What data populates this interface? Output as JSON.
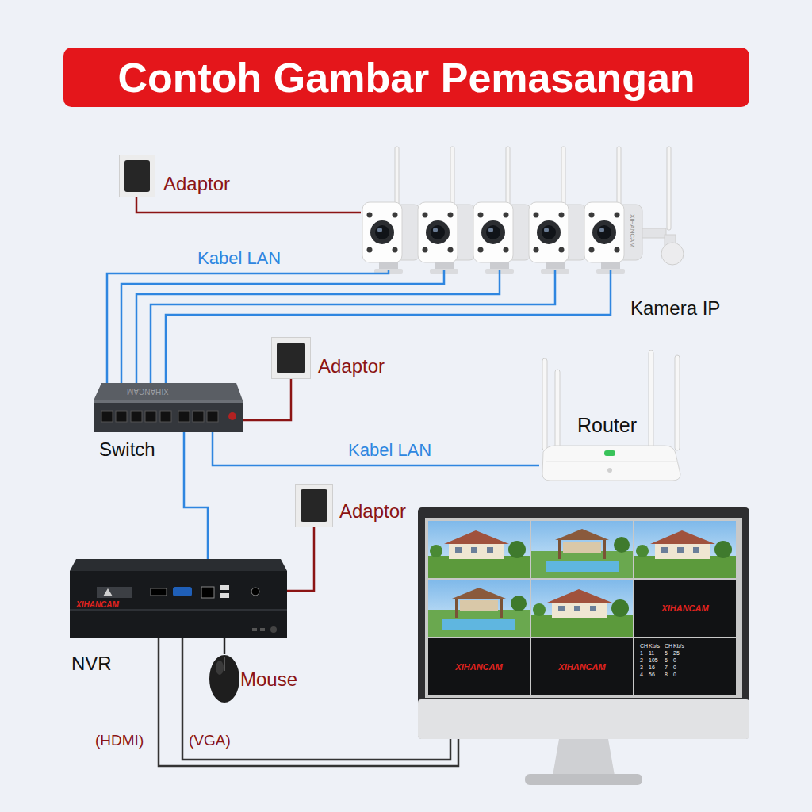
{
  "diagram": {
    "title": "Contoh Gambar Pemasangan",
    "nodes": [
      {
        "text": [
          "Adaptor"
        ]
      },
      {
        "text": [
          "Kamera IP"
        ]
      },
      {
        "text": [
          "Adaptor"
        ]
      },
      {
        "text": [
          "Switch"
        ]
      },
      {
        "text": [
          "Router"
        ]
      },
      {
        "text": [
          "Adaptor"
        ]
      },
      {
        "text": [
          "NVR"
        ]
      },
      {
        "text": [
          "XIHANCAM",
          "XIHANCAM",
          "XIHANCAM"
        ]
      },
      {
        "text": [
          "Mouse"
        ]
      }
    ],
    "edges": [
      {
        "from": 0,
        "to": 1,
        "arrow": "none"
      },
      {
        "from": 1,
        "to": 3,
        "label": "Kabel LAN",
        "arrow": "none"
      },
      {
        "from": 1,
        "to": 3,
        "arrow": "none"
      },
      {
        "from": 1,
        "to": 3,
        "arrow": "none"
      },
      {
        "from": 1,
        "to": 3,
        "arrow": "none"
      },
      {
        "from": 1,
        "to": 3,
        "arrow": "none"
      },
      {
        "from": 2,
        "to": 3,
        "arrow": "none"
      },
      {
        "from": 3,
        "to": 4,
        "label": "Kabel LAN",
        "arrow": "none"
      },
      {
        "from": 3,
        "to": 6,
        "arrow": "none"
      },
      {
        "from": 5,
        "to": 6,
        "arrow": "none"
      },
      {
        "from": 6,
        "to": 7,
        "label": "(HDMI)",
        "arrow": "none"
      },
      {
        "from": 6,
        "to": 7,
        "label": "(VGA)",
        "arrow": "none"
      },
      {
        "from": 6,
        "to": 8,
        "arrow": "none"
      }
    ],
    "labels": [
      "XIHANCAM",
      "XIHANCAM",
      "XIHANCAM",
      "CH",
      "Kb/s",
      "CH",
      "Kb/s",
      "1",
      "11",
      "5",
      "25",
      "2",
      "105",
      "6",
      "0",
      "3",
      "16",
      "7",
      "0",
      "4",
      "56",
      "8",
      "0"
    ]
  }
}
